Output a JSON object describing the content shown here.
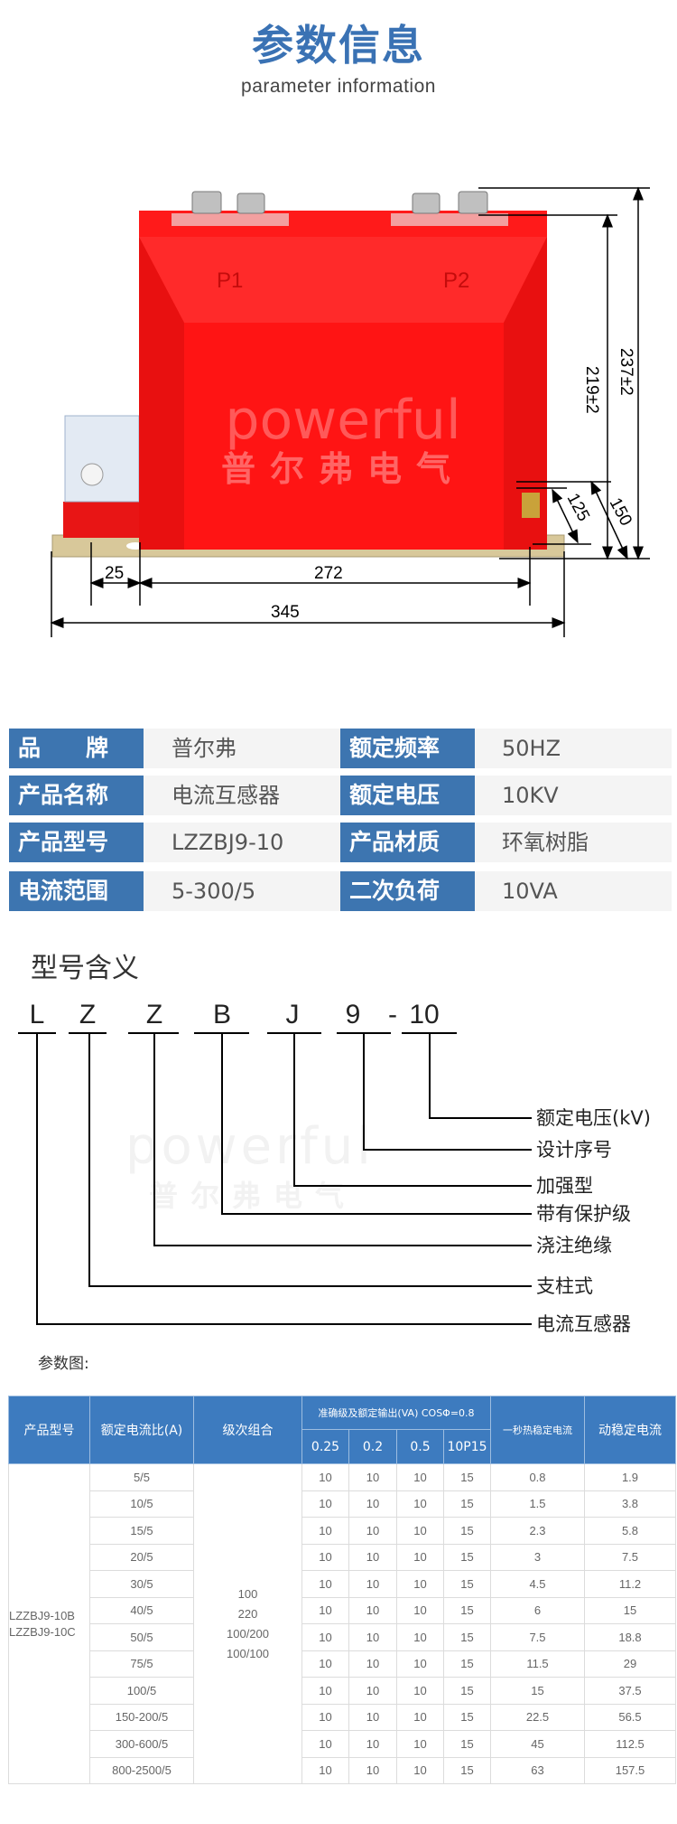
{
  "header": {
    "title": "参数信息",
    "subtitle": "parameter information"
  },
  "drawing": {
    "terminals": [
      "P1",
      "P2"
    ],
    "watermark": {
      "en": "powerful",
      "cn": "普尔弗电气"
    },
    "dimensions": {
      "d237": "237±2",
      "d219": "219±2",
      "d150": "150",
      "d125": "125",
      "d25": "25",
      "d272": "272",
      "d345": "345"
    },
    "colors": {
      "body": "#ff1a1a",
      "dark": "#d90f0f"
    }
  },
  "info": [
    {
      "label1": "品　　牌",
      "value1": "普尔弗",
      "label2": "额定频率",
      "value2": "50HZ"
    },
    {
      "label1": "产品名称",
      "value1": "电流互感器",
      "label2": "额定电压",
      "value2": "10KV"
    },
    {
      "label1": "产品型号",
      "value1": "LZZBJ9-10",
      "label2": "产品材质",
      "value2": "环氧树脂"
    },
    {
      "label1": "电流范围",
      "value1": "5-300/5",
      "label2": "二次负荷",
      "value2": "10VA"
    }
  ],
  "meaning": {
    "title": "型号含义",
    "letters": [
      "L",
      "Z",
      "Z",
      "B",
      "J",
      "9",
      "-",
      "10"
    ],
    "labels": [
      "额定电压(kV)",
      "设计序号",
      "加强型",
      "带有保护级",
      "浇注绝缘",
      "支柱式",
      "电流互感器"
    ],
    "watermark": {
      "en": "powerful",
      "cn": "普尔弗电气"
    }
  },
  "params": {
    "title": "参数图:",
    "headers": {
      "model": "产品型号",
      "ratio": "额定电流比(A)",
      "combo": "级次组合",
      "accuracy": "准确级及额定输出(VA) COSΦ=0.8",
      "classes": [
        "0.25",
        "0.2",
        "0.5",
        "10P15"
      ],
      "thermal": "一秒热稳定电流",
      "dynamic": "动稳定电流"
    },
    "model": [
      "LZZBJ9-10B",
      "LZZBJ9-10C"
    ],
    "combos": [
      "100",
      "220",
      "100/200",
      "100/100"
    ],
    "rows": [
      [
        "5/5",
        "10",
        "10",
        "10",
        "15",
        "0.8",
        "1.9"
      ],
      [
        "10/5",
        "10",
        "10",
        "10",
        "15",
        "1.5",
        "3.8"
      ],
      [
        "15/5",
        "10",
        "10",
        "10",
        "15",
        "2.3",
        "5.8"
      ],
      [
        "20/5",
        "10",
        "10",
        "10",
        "15",
        "3",
        "7.5"
      ],
      [
        "30/5",
        "10",
        "10",
        "10",
        "15",
        "4.5",
        "11.2"
      ],
      [
        "40/5",
        "10",
        "10",
        "10",
        "15",
        "6",
        "15"
      ],
      [
        "50/5",
        "10",
        "10",
        "10",
        "15",
        "7.5",
        "18.8"
      ],
      [
        "75/5",
        "10",
        "10",
        "10",
        "15",
        "11.5",
        "29"
      ],
      [
        "100/5",
        "10",
        "10",
        "10",
        "15",
        "15",
        "37.5"
      ],
      [
        "150-200/5",
        "10",
        "10",
        "10",
        "15",
        "22.5",
        "56.5"
      ],
      [
        "300-600/5",
        "10",
        "10",
        "10",
        "15",
        "45",
        "112.5"
      ],
      [
        "800-2500/5",
        "10",
        "10",
        "10",
        "15",
        "63",
        "157.5"
      ]
    ]
  }
}
